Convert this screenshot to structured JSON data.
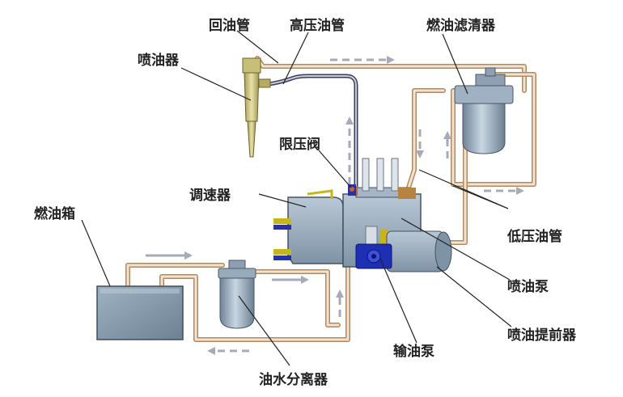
{
  "labels": {
    "return_pipe": "回油管",
    "high_pressure_pipe": "高压油管",
    "fuel_filter": "燃油滤清器",
    "injector": "喷油器",
    "pressure_limit_valve": "限压阀",
    "governor": "调速器",
    "fuel_tank": "燃油箱",
    "low_pressure_pipe": "低压油管",
    "injection_pump": "喷油泵",
    "water_separator": "油水分离器",
    "feed_pump": "输油泵",
    "timing_advancer": "喷油提前器"
  },
  "colors": {
    "pipe": "#b08a62",
    "pipe_highlight": "#f3e2cf",
    "component_body": "#8fa2b6",
    "feed_pump": "#1f2fb5",
    "flow_arrow": "#a9aab8"
  }
}
